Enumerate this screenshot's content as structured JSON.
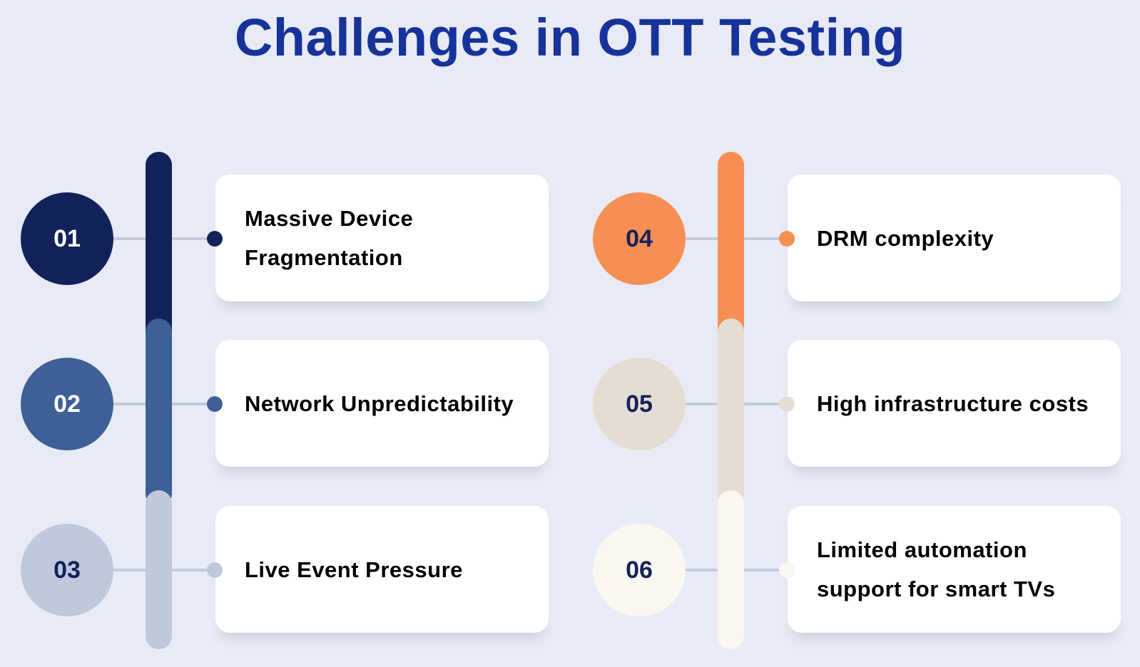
{
  "title": "Challenges in OTT Testing",
  "colors": {
    "background": "#e8ebf5",
    "title": "#17339a"
  },
  "items": [
    {
      "number": "01",
      "label": "Massive Device Fragmentation",
      "color": "#14225a",
      "number_color": "#ffffff"
    },
    {
      "number": "02",
      "label": "Network Unpredictability",
      "color": "#3d6096",
      "number_color": "#ffffff"
    },
    {
      "number": "03",
      "label": "Live Event Pressure",
      "color": "#bfc9db",
      "number_color": "#14225a"
    },
    {
      "number": "04",
      "label": "DRM complexity",
      "color": "#f78f55",
      "number_color": "#14225a"
    },
    {
      "number": "05",
      "label": "High infrastructure costs",
      "color": "#e5ddd4",
      "number_color": "#14225a"
    },
    {
      "number": "06",
      "label": "Limited automation support for smart TVs",
      "color": "#faf6f0",
      "number_color": "#14225a"
    }
  ]
}
